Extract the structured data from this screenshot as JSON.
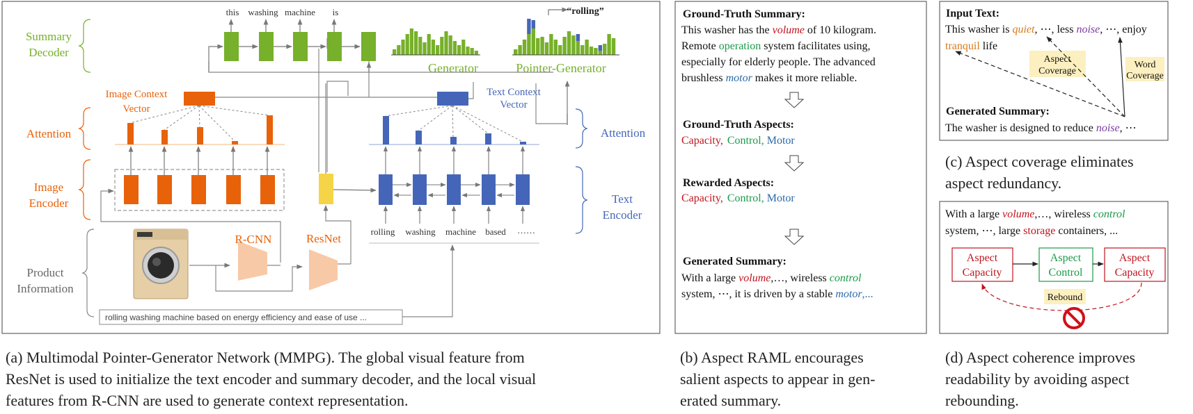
{
  "colors": {
    "green": "#77b02a",
    "orange": "#e8620a",
    "blue": "#4566b8",
    "yellow": "#f5d547",
    "peach": "#f8c9a7",
    "red": "#c0141e",
    "teal": "#1a9a4a",
    "motorBlue": "#2a6aa8",
    "purple": "#7a3aa0",
    "gold": "#d97a1a",
    "labelbg": "#fcf0c0",
    "gray": "#777777"
  },
  "panel_a": {
    "labels": {
      "summary_decoder": [
        "Summary",
        "Decoder"
      ],
      "attention_left": "Attention",
      "image_encoder": [
        "Image",
        "Encoder"
      ],
      "product_info": [
        "Product",
        "Information"
      ],
      "attention_right": "Attention",
      "text_encoder": [
        "Text",
        "Encoder"
      ]
    },
    "decoder_words": [
      "this",
      "washing",
      "machine",
      "is"
    ],
    "rolling": "“rolling”",
    "generator": "Generator",
    "pointer_generator": "Pointer-Generator",
    "image_context_vector": [
      "Image Context",
      "Vector"
    ],
    "text_context_vector": [
      "Text Context",
      "Vector"
    ],
    "rcnn": "R-CNN",
    "resnet": "ResNet",
    "encoder_words": [
      "rolling",
      "washing",
      "machine",
      "based",
      "……"
    ],
    "input_text": "rolling washing machine based on energy efficiency and ease of use ..."
  },
  "panel_b": {
    "gt_summary_title": "Ground-Truth Summary:",
    "gt_summary": {
      "l1a": "This washer has the ",
      "l1b": "volume",
      "l1c": " of 10 kilogram.",
      "l2a": "Remote ",
      "l2b": "operation",
      "l2c": " system facilitates using,",
      "l3": "especially for elderly people. The advanced",
      "l4a": "brushless ",
      "l4b": "motor",
      "l4c": " makes it more reliable."
    },
    "gt_aspects_title": "Ground-Truth Aspects:",
    "rewarded_title": "Rewarded Aspects:",
    "aspects": [
      "Capacity,",
      "Control,",
      "Motor"
    ],
    "gen_title": "Generated Summary:",
    "gen": {
      "l1a": "With a large ",
      "l1b": "volume",
      "l1c": ",…, wireless ",
      "l1d": "control",
      "l2a": "system, ⋯, it is driven by a stable ",
      "l2b": "motor",
      "l2c": ",..."
    }
  },
  "panel_c": {
    "input_title": "Input Text:",
    "l1a": "This washer is ",
    "l1b": "quiet",
    "l1c": ", ⋯, less ",
    "l1d": "noise",
    "l1e": ", ⋯, enjoy",
    "l2a": "tranquil",
    "l2b": " life",
    "aspect_cov": [
      "Aspect",
      "Coverage"
    ],
    "word_cov": [
      "Word",
      "Coverage"
    ],
    "gen_title": "Generated Summary:",
    "gen_a": "The washer is designed to reduce ",
    "gen_b": "noise",
    "gen_c": ", ⋯"
  },
  "panel_d": {
    "l1a": "With a large ",
    "l1b": "volume",
    "l1c": ",…, wireless ",
    "l1d": "control",
    "l2a": "system, ⋯, large ",
    "l2b": "storage",
    "l2c": " containers, ...",
    "boxes": [
      [
        "Aspect",
        "Capacity"
      ],
      [
        "Aspect",
        "Control"
      ],
      [
        "Aspect",
        "Capacity"
      ]
    ],
    "rebound": "Rebound"
  },
  "captions": {
    "a": [
      "(a) Multimodal Pointer-Generator Network (MMPG). The global visual feature from",
      "ResNet is used to initialize the text encoder and summary decoder, and the local visual",
      "features from R-CNN are used to generate context representation."
    ],
    "b": [
      "(b) Aspect RAML encourages",
      "salient aspects to appear in gen-",
      "erated summary."
    ],
    "c": [
      "(c) Aspect coverage eliminates",
      "aspect redundancy."
    ],
    "d": [
      "(d) Aspect coherence improves",
      "readability by avoiding aspect",
      "rebounding."
    ]
  }
}
